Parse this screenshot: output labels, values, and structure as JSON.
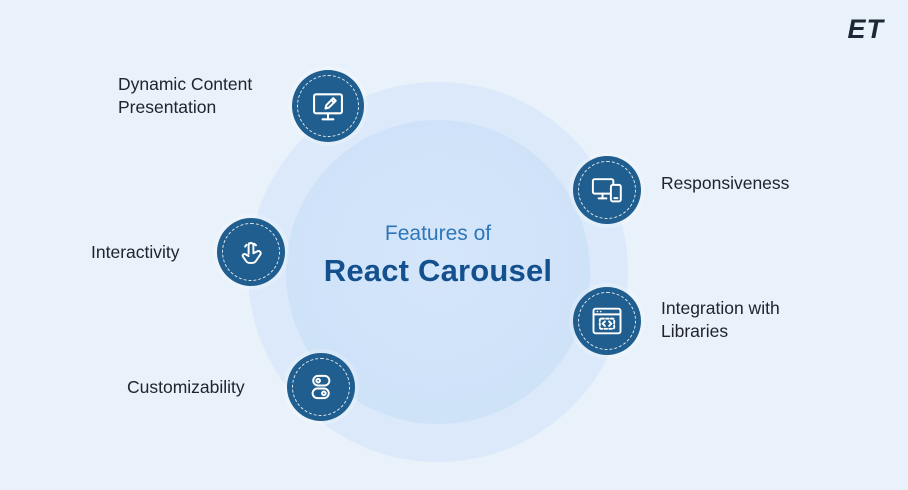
{
  "logo": {
    "text": "ET"
  },
  "center": {
    "subtitle": "Features of",
    "title": "React Carousel"
  },
  "features": [
    {
      "label": "Dynamic Content Presentation",
      "icon": "monitor-edit-icon",
      "side": "left"
    },
    {
      "label": "Responsiveness",
      "icon": "responsive-devices-icon",
      "side": "right"
    },
    {
      "label": "Interactivity",
      "icon": "touch-tap-icon",
      "side": "left"
    },
    {
      "label": "Integration with Libraries",
      "icon": "code-window-icon",
      "side": "right"
    },
    {
      "label": "Customizability",
      "icon": "toggle-sliders-icon",
      "side": "left"
    }
  ],
  "colors": {
    "background": "#e9f1fa",
    "circle_outer": "#dbe9fa",
    "circle_inner": "#cbe0f7",
    "badge": "#1f5e8e",
    "subtitle": "#2e76b7",
    "title": "#14508e",
    "label_text": "#20242b",
    "logo_text": "#1d2736"
  }
}
